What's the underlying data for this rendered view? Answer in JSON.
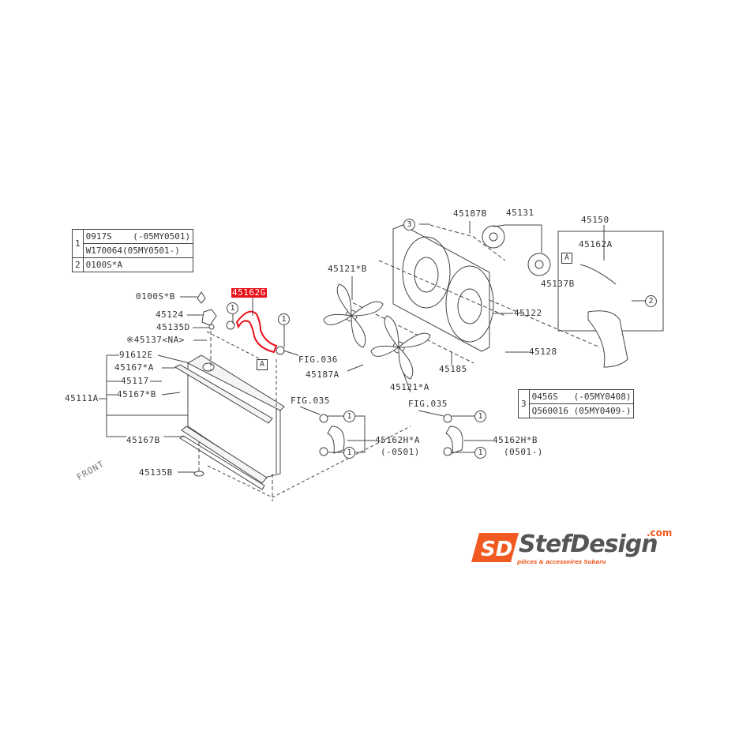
{
  "diagram": {
    "highlighted_part": "45162G",
    "labels": {
      "bolt_b": "0100S*B",
      "bracket": "45124",
      "nut_d": "45135D",
      "cap_na": "※45137<NA>",
      "plug": "91612E",
      "seal_a": "45167*A",
      "drain": "45117",
      "seal_b": "45167*B",
      "radiator": "45111A",
      "seal_lower": "45167B",
      "cushion": "45135B",
      "fig036": "FIG.036",
      "clip_a": "45187A",
      "fan_b": "45121*B",
      "fan_a": "45121*A",
      "bolt_185": "45185",
      "nut_128": "45128",
      "shroud": "45122",
      "clip_b": "45187B",
      "motor": "45131",
      "tank": "45150",
      "hose_a": "45162A",
      "cap_b": "45137B",
      "fig035_a": "FIG.035",
      "fig035_b": "FIG.035",
      "hose_h_a": "45162H*A",
      "hose_h_a_range": "(-0501)",
      "hose_h_b": "45162H*B",
      "hose_h_b_range": "(0501-)",
      "front": "FRONT",
      "ref_a": "A"
    },
    "callouts": {
      "one": "1",
      "two": "2",
      "three": "3"
    },
    "table_1_2": [
      {
        "ref": "1",
        "part": "0917S",
        "range": "(-05MY0501)"
      },
      {
        "ref": "",
        "part": "W170064",
        "range": "(05MY0501-)"
      },
      {
        "ref": "2",
        "part": "0100S*A",
        "range": ""
      }
    ],
    "table_3": [
      {
        "ref": "3",
        "part": "0456S",
        "range": "(-05MY0408)"
      },
      {
        "ref": "",
        "part": "Q560016",
        "range": "(05MY0409-)"
      }
    ]
  },
  "logo": {
    "brand": "StefDesign",
    "tld": ".com",
    "tagline": "pièces & accessoires Subaru",
    "mark": "SD",
    "accent": "#f05a22"
  },
  "colors": {
    "highlight": "#e8101a",
    "line": "#444444"
  }
}
